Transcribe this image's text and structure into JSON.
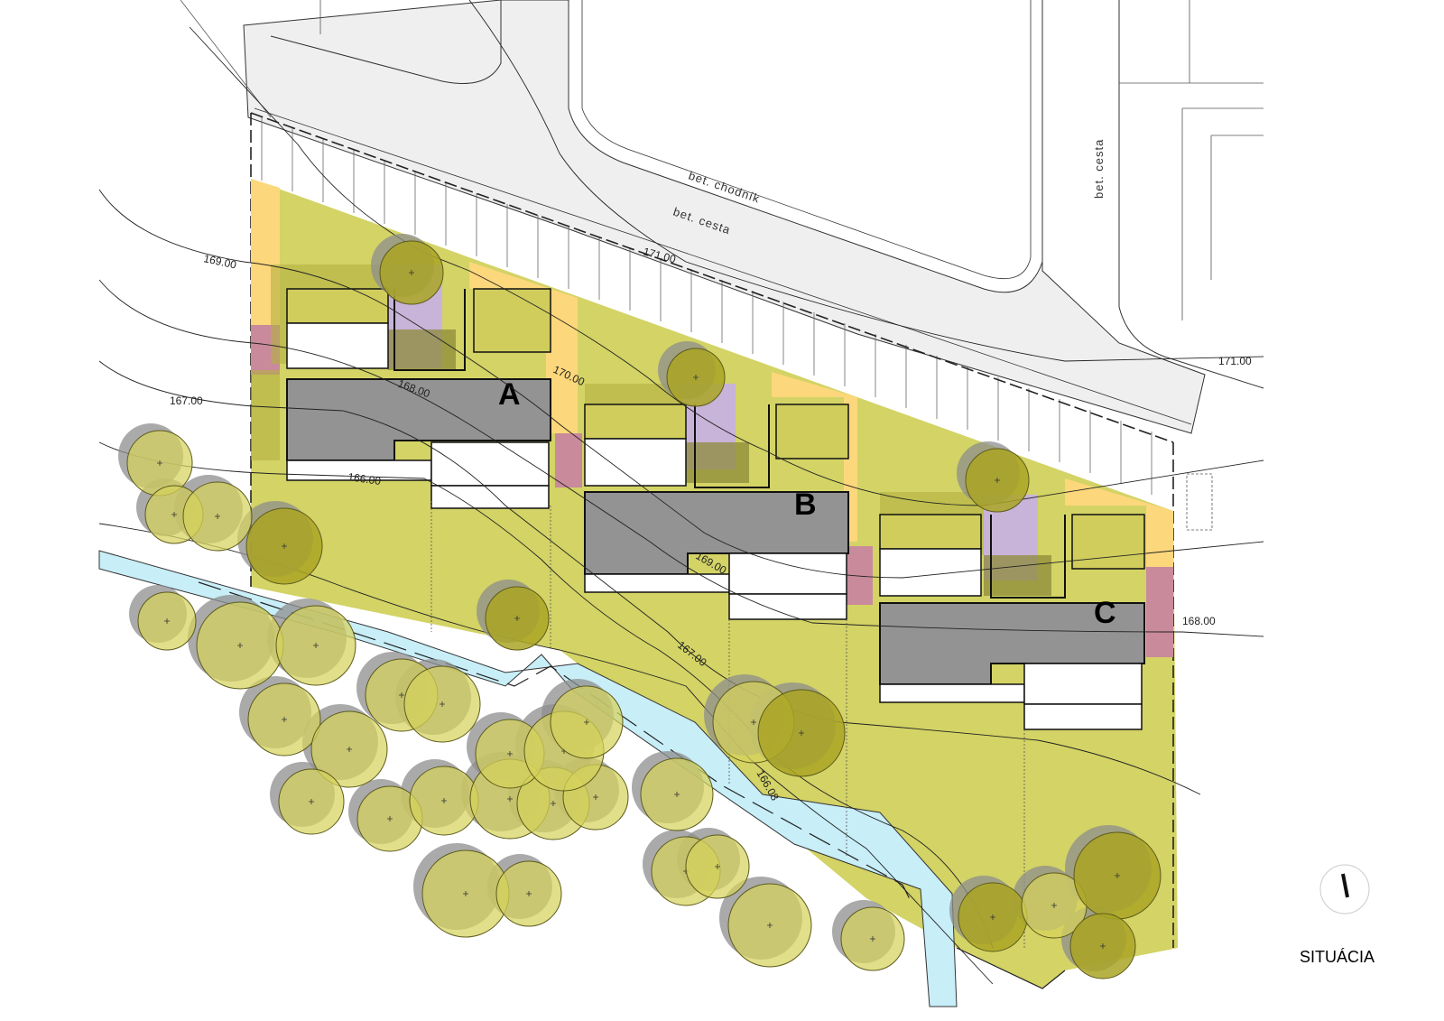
{
  "title": "SITUÁCIA",
  "houses": [
    {
      "label": "A"
    },
    {
      "label": "B"
    },
    {
      "label": "C"
    }
  ],
  "road_labels": {
    "sidewalk": "bet. chodník",
    "road": "bet. cesta",
    "road_vertical": "bet. cesta"
  },
  "contours": [
    {
      "label": "169.00"
    },
    {
      "label": "167.00"
    },
    {
      "label": "168.00"
    },
    {
      "label": "170.00"
    },
    {
      "label": "166.00"
    },
    {
      "label": "171.00"
    },
    {
      "label": "171.00"
    },
    {
      "label": "169.00"
    },
    {
      "label": "168.00"
    },
    {
      "label": "167.00"
    },
    {
      "label": "166.08"
    }
  ],
  "north_arrow": {
    "icon": "north-arrow-icon"
  },
  "colors": {
    "garden": "#d3d366",
    "yard_dark": "#b3b140",
    "entry_yellow": "#fcd77b",
    "terrace_pink": "#c98a9b",
    "courtyard_lilac": "#c8b3d9",
    "roof_gray": "#939393",
    "creek_blue": "#c8eef8",
    "road_gray": "#efefef"
  }
}
